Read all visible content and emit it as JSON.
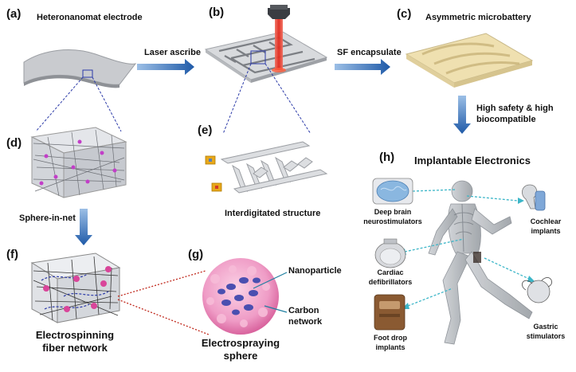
{
  "panels": {
    "a": {
      "letter": "(a)",
      "title": "Heteronanomat electrode"
    },
    "b": {
      "letter": "(b)"
    },
    "c": {
      "letter": "(c)",
      "title": "Asymmetric  microbattery"
    },
    "d": {
      "letter": "(d)"
    },
    "e": {
      "letter": "(e)",
      "caption": "Interdigitated structure"
    },
    "f": {
      "letter": "(f)",
      "caption_line1": "Electrospinning",
      "caption_line2": "fiber network"
    },
    "g": {
      "letter": "(g)",
      "caption_line1": "Electrospraying",
      "caption_line2": "sphere",
      "nanoparticle": "Nanoparticle",
      "carbon_line1": "Carbon",
      "carbon_line2": "network"
    },
    "h": {
      "letter": "(h)",
      "title": "Implantable Electronics"
    }
  },
  "arrows": {
    "laser": "Laser ascribe",
    "sf": "SF encapsulate",
    "safety_line1": "High safety & high",
    "safety_line2": "biocompatible",
    "sphere_in_net": "Sphere-in-net"
  },
  "devices": {
    "brain_line1": "Deep brain",
    "brain_line2": "neurostimulators",
    "cochlear_line1": "Cochlear",
    "cochlear_line2": "implants",
    "cardiac_line1": "Cardiac",
    "cardiac_line2": "defibrillators",
    "gastric_line1": "Gastric",
    "gastric_line2": "stimulators",
    "foot_line1": "Foot drop",
    "foot_line2": "implants"
  },
  "colors": {
    "arrow_blue": "#2a62a8",
    "laser_red": "#e0281c",
    "dash_blue": "#2b3aa8",
    "dot_red": "#c0281c",
    "teal": "#3cb6c8",
    "pink": "#e98ab8",
    "nanoparticle": "#4a4fb0",
    "battery": "#efe0b0"
  }
}
